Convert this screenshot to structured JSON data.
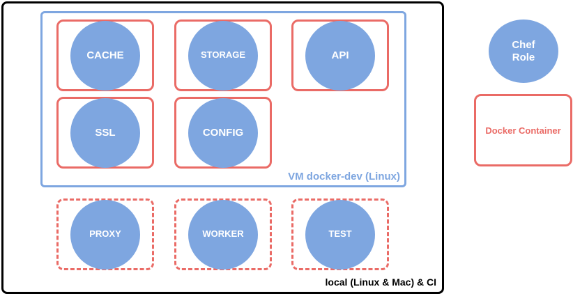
{
  "outer": {
    "label": "local (Linux & Mac) & CI"
  },
  "vm": {
    "label": "VM docker-dev (Linux)"
  },
  "vm_containers": [
    {
      "role": "CACHE"
    },
    {
      "role": "STORAGE"
    },
    {
      "role": "API"
    },
    {
      "role": "SSL"
    },
    {
      "role": "CONFIG"
    }
  ],
  "local_containers": [
    {
      "role": "PROXY"
    },
    {
      "role": "WORKER"
    },
    {
      "role": "TEST"
    }
  ],
  "legend": {
    "chef_role_line1": "Chef",
    "chef_role_line2": "Role",
    "docker_container": "Docker Container"
  },
  "colors": {
    "role_fill": "#7ea6e0",
    "container_border": "#ea6b66",
    "vm_border": "#7ea6e0",
    "outer_border": "#000000"
  }
}
